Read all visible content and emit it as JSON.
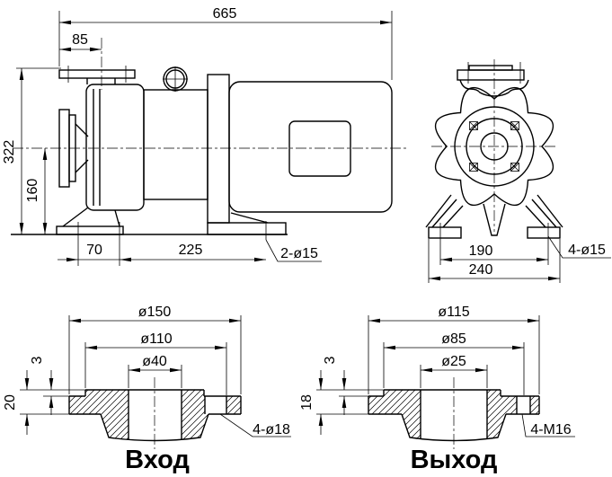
{
  "side_view": {
    "overall_length": "665",
    "flange_to_axis": "85",
    "overall_height": "322",
    "axis_height": "160",
    "foot_hole_spacing": "70",
    "foot_to_motor_hole": "225",
    "foot_holes": "2-ø15"
  },
  "front_view": {
    "foot_hole_span": "190",
    "base_width": "240",
    "base_holes": "4-ø15"
  },
  "inlet_flange": {
    "outer_diameter": "ø150",
    "bolt_circle": "ø110",
    "bore": "ø40",
    "face_height": "3",
    "thickness": "20",
    "holes": "4-ø18",
    "label": "Вход"
  },
  "outlet_flange": {
    "outer_diameter": "ø115",
    "bolt_circle": "ø85",
    "bore": "ø25",
    "face_height": "3",
    "thickness": "18",
    "holes": "4-M16",
    "label": "Выход"
  }
}
